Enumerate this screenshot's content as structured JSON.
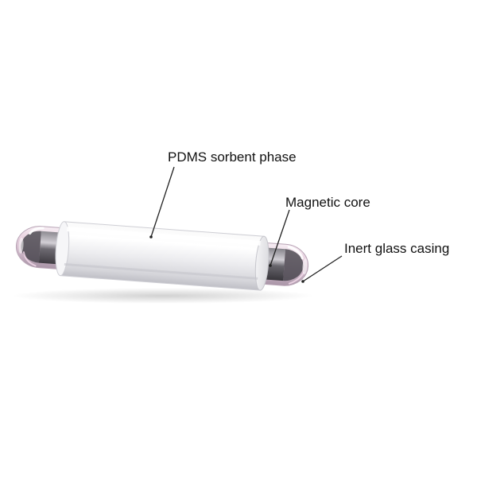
{
  "diagram": {
    "subject": "glass-encapsulated magnetic stir bar with PDMS coating",
    "callouts": [
      {
        "id": "pdms",
        "label": "PDMS sorbent phase"
      },
      {
        "id": "core",
        "label": "Magnetic core"
      },
      {
        "id": "glass",
        "label": "Inert glass casing"
      }
    ]
  },
  "colors": {
    "background": "#ffffff",
    "label_text": "#111111",
    "leader_line": "#222222",
    "coating": "#f4f4f6",
    "glass_tint": "#e8d6e2",
    "core": "#4a4a4e"
  }
}
